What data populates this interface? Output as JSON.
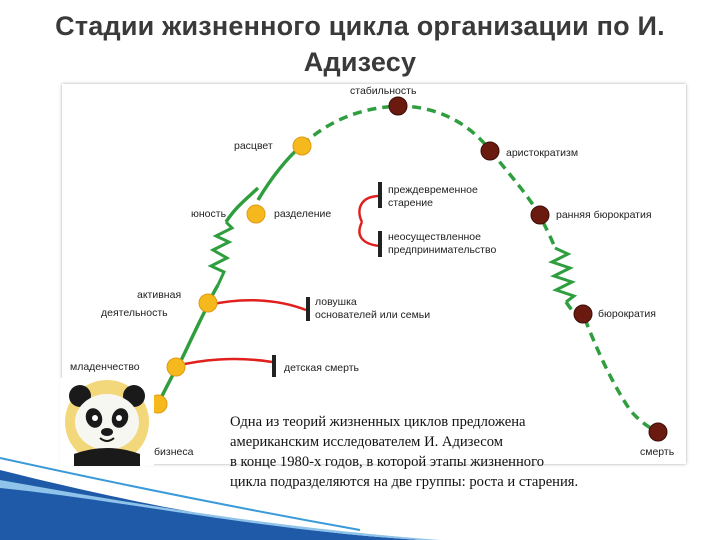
{
  "slide": {
    "title_line1": "Стадии жизненного цикла организации по И.",
    "title_line2": "Адизесу"
  },
  "colors": {
    "curve": "#2f9e3f",
    "growth_dot": "#f5b91e",
    "aging_dot": "#6b1a10",
    "trap": "#e0201c",
    "bar": "#222222"
  },
  "stages": {
    "stability": "стабильность",
    "prime": "расцвет",
    "aristocracy": "аристократизм",
    "go_go": "юность",
    "separation": "разделение",
    "early_bureaucracy": "ранняя бюрократия",
    "adolescence_1": "активная",
    "adolescence_2": "деятельность",
    "bureaucracy": "бюрократия",
    "infancy": "младенчество",
    "courtship": "бизнеса",
    "death": "смерть"
  },
  "traps": {
    "premature_aging_1": "преждевременное",
    "premature_aging_2": "старение",
    "unrealized_1": "неосуществленное",
    "unrealized_2": "предпринимательство",
    "founder_trap_1": "ловушка",
    "founder_trap_2": "основателей или семьи",
    "infant_mortality": "детская смерть"
  },
  "caption": {
    "line1": "Одна из теорий жизненных циклов предложена",
    "line2": "американским исследователем И. Адизесом",
    "line3": "в конце 1980-х годов, в которой этапы жизненного",
    "line4": "цикла подразделяются на две группы: роста и старения."
  }
}
